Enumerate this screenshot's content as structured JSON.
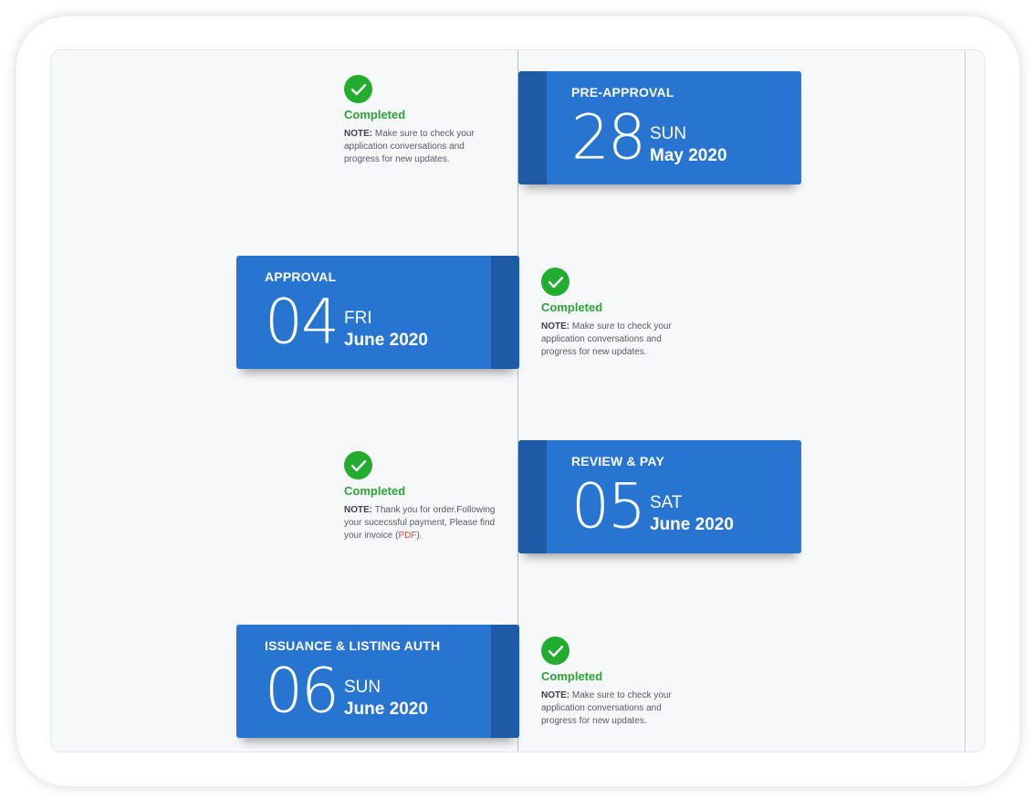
{
  "timeline": {
    "steps": [
      {
        "stage": "PRE-APPROVAL",
        "day": "28",
        "weekday": "SUN",
        "month": "May 2020",
        "status": "Completed",
        "note_label": "NOTE:",
        "note_text": " Make sure to check your application conversations and progress for new updates."
      },
      {
        "stage": "APPROVAL",
        "day": "04",
        "weekday": "FRI",
        "month": "June 2020",
        "status": "Completed",
        "note_label": "NOTE:",
        "note_text": " Make sure to check your application conversations and progress for new updates."
      },
      {
        "stage": "REVIEW & PAY",
        "day": "05",
        "weekday": "SAT",
        "month": "June 2020",
        "status": "Completed",
        "note_label": "NOTE:",
        "note_text": " Thank you for order.Following your sucecssful payment, Please find your invoice (",
        "note_link": "PDF",
        "note_tail": ")."
      },
      {
        "stage": "ISSUANCE & LISTING AUTH",
        "day": "06",
        "weekday": "SUN",
        "month": "June 2020",
        "status": "Completed",
        "note_label": "NOTE:",
        "note_text": " Make sure to check your application conversations and progress for new updates."
      }
    ]
  },
  "colors": {
    "card": "#2775d0",
    "card_band": "#1f5aa6",
    "completed": "#23ad2e",
    "link": "#d24b3a",
    "timeline_line": "#aebfd1"
  },
  "icons": {
    "status": "check-circle-icon"
  }
}
